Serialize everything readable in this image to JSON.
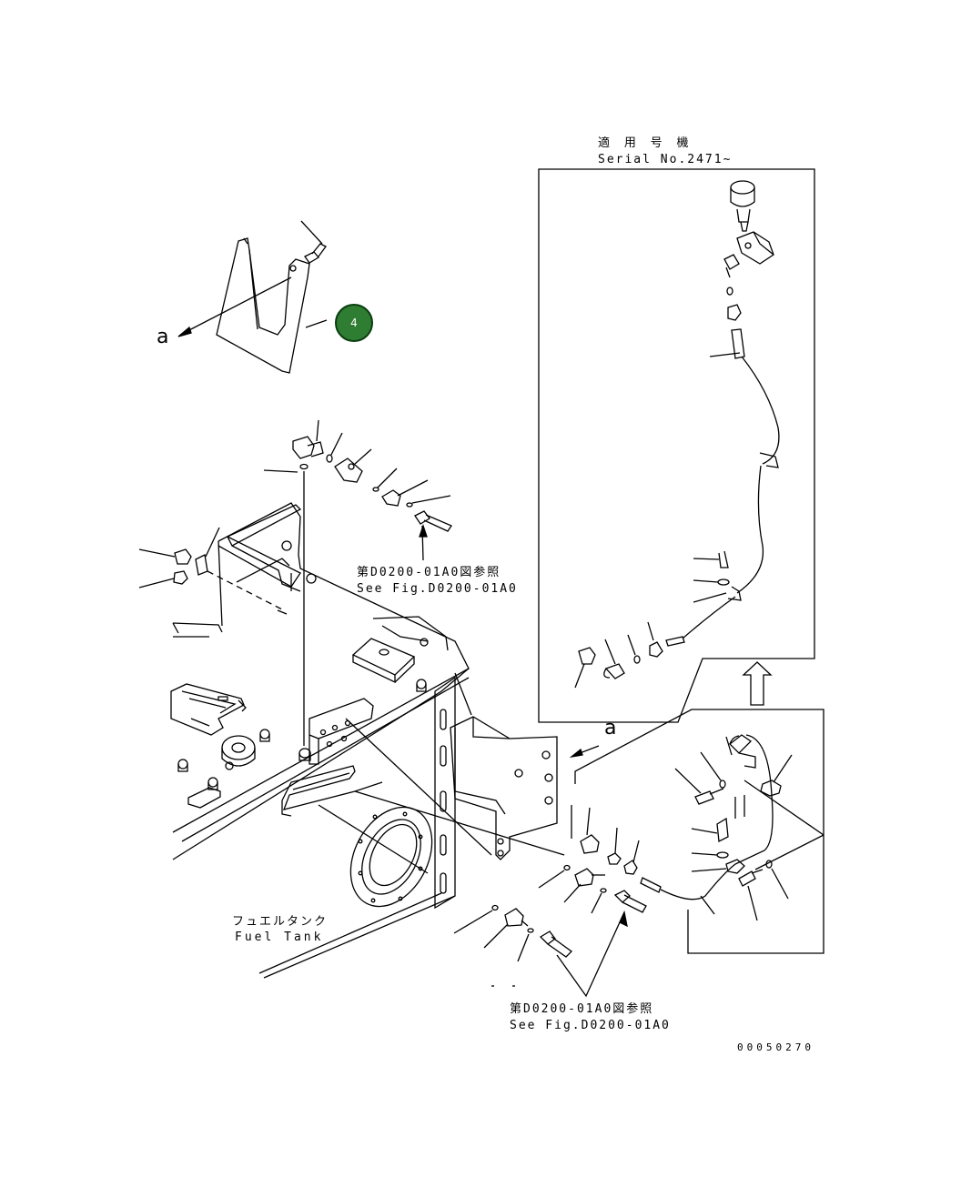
{
  "labels": {
    "serial_jp": "適 用 号 機",
    "serial_en": "Serial No.2471~",
    "see_fig_jp_top": "第D0200-01A0図参照",
    "see_fig_en_top": "See Fig.D0200-01A0",
    "fuel_tank_jp": "フュエルタンク",
    "fuel_tank_en": "Fuel Tank",
    "see_fig_jp_bottom": "第D0200-01A0図参照",
    "see_fig_en_bottom": "See Fig.D0200-01A0",
    "drawing_number": "00050270",
    "view_a_top": "a",
    "view_a_right": "a"
  },
  "callout": {
    "number": "4",
    "color": "#2e7d32"
  }
}
